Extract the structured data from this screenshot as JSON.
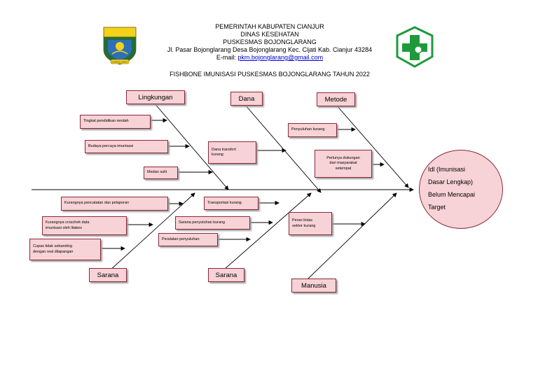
{
  "header": {
    "line1": "PEMERINTAH KABUPATEN CIANJUR",
    "line2": "DINAS KESEHATAN",
    "line3": "PUSKESMAS BOJONGLARANG",
    "line4": "Jl. Pasar Bojonglarang Desa Bojonglarang Kec. Cijati Kab. Cianjur 43284",
    "email_label": "E-mail:",
    "email": "pkm.bojonglarang@gmail.com",
    "title": "FISHBONE IMUNISASI PUSKESMAS BOJONGLARANG TAHUN 2022"
  },
  "logos": {
    "left_ribbon": "DAERAH INDAH"
  },
  "categories": {
    "lingkungan": "Lingkungan",
    "dana": "Dana",
    "metode": "Metode",
    "sarana_left": "Sarana",
    "sarana_mid": "Sarana",
    "manusia": "Manusia"
  },
  "causes": {
    "tingkat_pendidikan": "Tingkat pendidikan rendah",
    "budaya": "Budaya percaya imunisasi",
    "medan": "Medan sulit",
    "dana_transport_1": "Dana transfort",
    "dana_transport_2": "kurang",
    "penyuluhan": "Penyuluhan kurang",
    "dukungan_1": "Perlunya dukungan",
    "dukungan_2": "dari masyarakat",
    "dukungan_3": "setempat",
    "pencatatan": "Kurangnya pencatatan dan pelaporan",
    "crosscheck_1": "Kurangnya croschek data",
    "crosscheck_2": "imunisasi oleh litakes",
    "cupas_1": "Cupas tidak sebanding",
    "cupas_2": "dengan real dilapangan",
    "transportasi": "Transportasi kurang",
    "sarana_penyuluhan": "Sarana penyuluhan kurang",
    "peralatan": "Peralatan penyuluhan",
    "lintas_1": "Peran lintas",
    "lintas_2": "sektor kurang"
  },
  "effect": {
    "line1": "Idl (Imunisasi",
    "line2": "Dasar Lengkap)",
    "line3": "Belum Mencapai",
    "line4": "Target"
  },
  "colors": {
    "box_fill": "#f7d2d6",
    "box_border": "#8a2a3a",
    "logo_green": "#1e9a3c",
    "logo_yellow": "#f2d21b"
  }
}
